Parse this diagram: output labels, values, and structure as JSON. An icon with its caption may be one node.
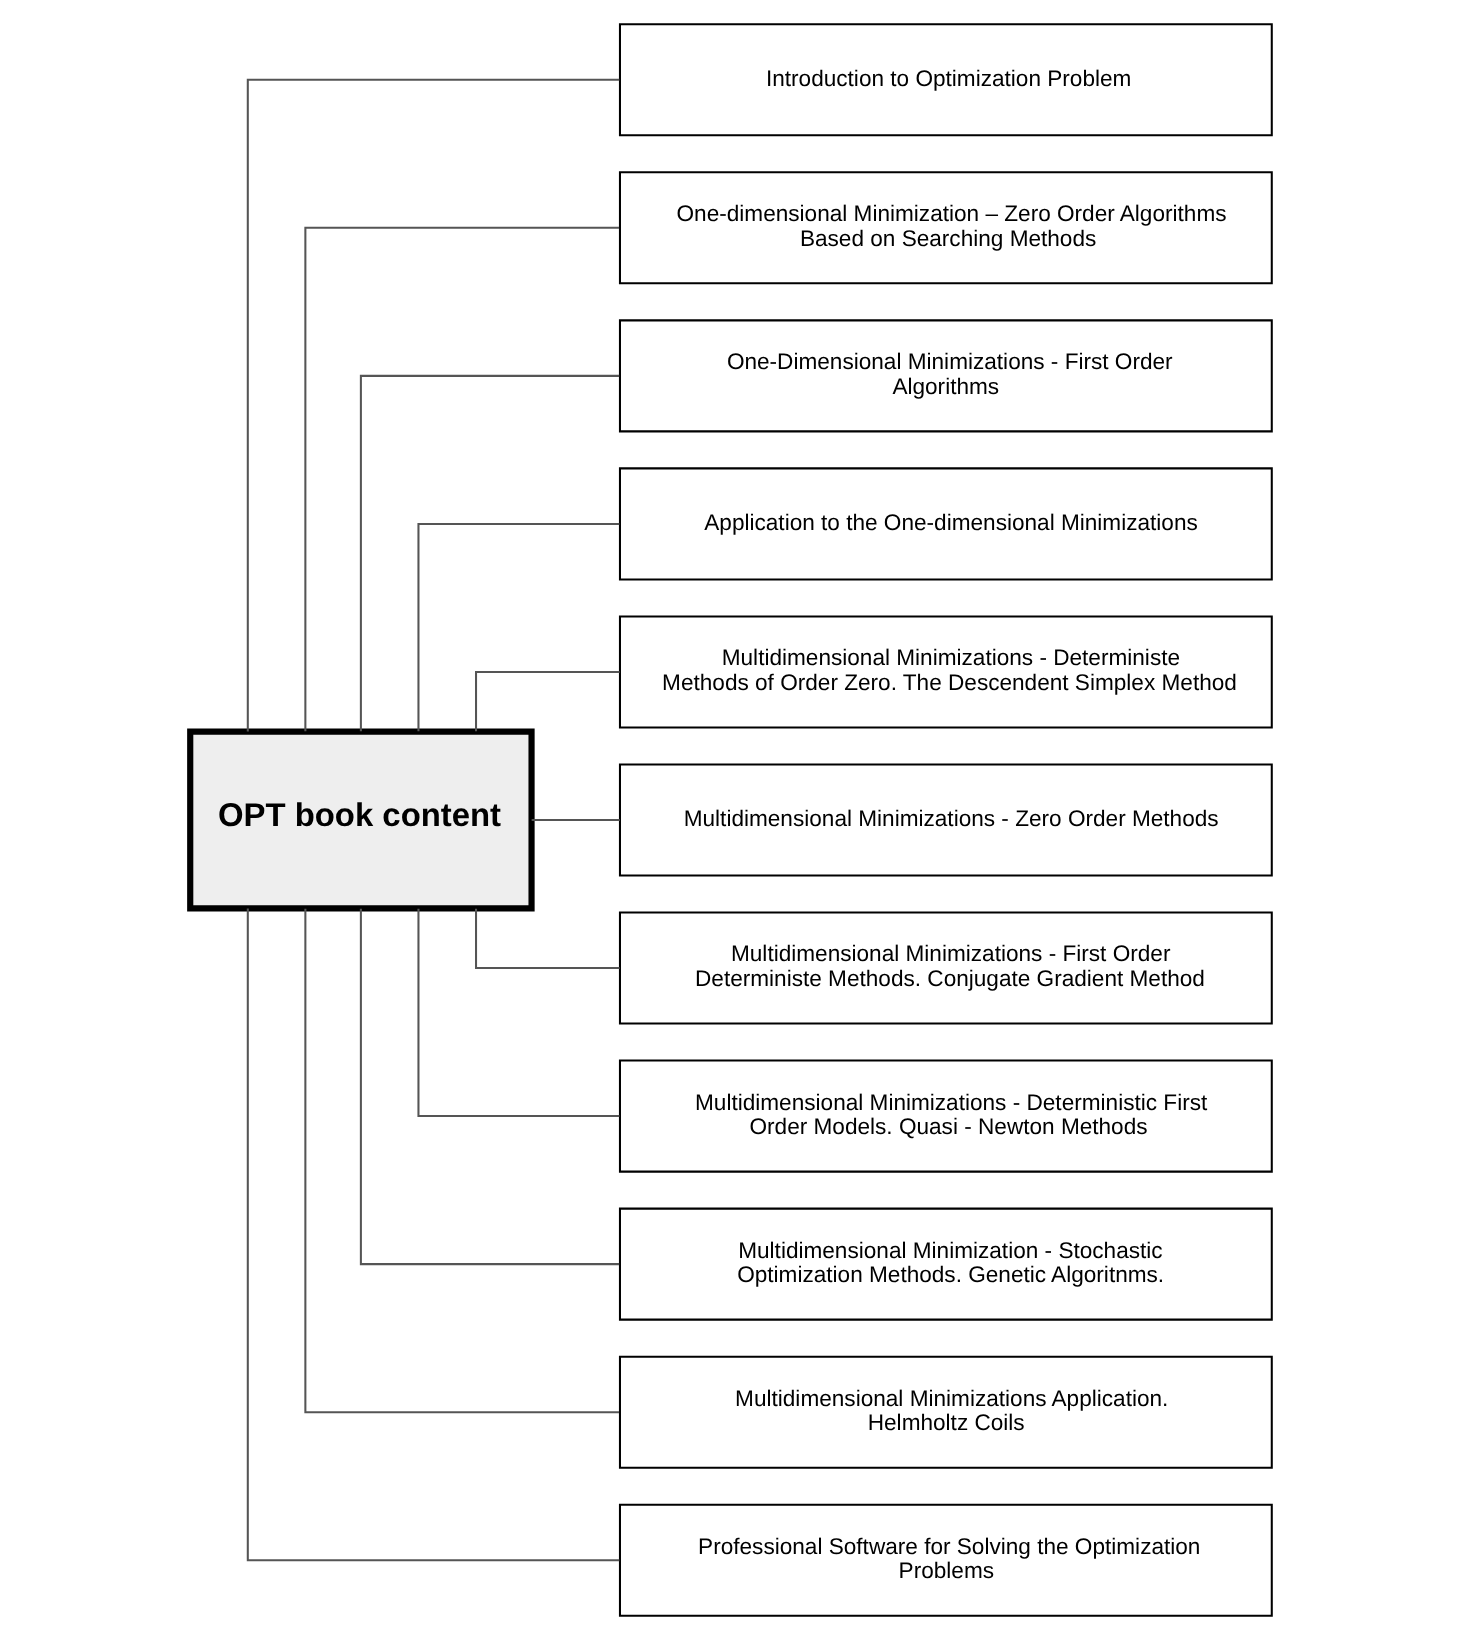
{
  "diagram": {
    "nodes": [
      {
        "text": [
          "OPT book content"
        ]
      },
      {
        "text": [
          "Introduction to Optimization Problem"
        ]
      },
      {
        "text": [
          "One-dimensional Minimization – Zero Order Algorithms Based on Searching Methods"
        ]
      },
      {
        "text": [
          "One-Dimensional Minimizations - First Order Algorithms"
        ]
      },
      {
        "text": [
          "Application to the One-dimensional Minimizations"
        ]
      },
      {
        "text": [
          "Multidimensional Minimizations - Deterministe Methods of Order Zero. The Descendent Simplex Method"
        ]
      },
      {
        "text": [
          "Multidimensional Minimizations - Zero Order Methods"
        ]
      },
      {
        "text": [
          "Multidimensional Minimizations - First Order Deterministe Methods. Conjugate Gradient Method"
        ]
      },
      {
        "text": [
          "Multidimensional Minimizations - Deterministic First Order Models. Quasi - Newton Methods"
        ]
      },
      {
        "text": [
          "Multidimensional Minimization - Stochastic Optimization Methods. Genetic Algoritnms."
        ]
      },
      {
        "text": [
          "Multidimensional Minimizations Application. Helmholtz Coils"
        ]
      },
      {
        "text": [
          "Professional Software for Solving the Optimization Problems"
        ]
      }
    ],
    "edges": [
      {
        "from": 0,
        "to": 1,
        "arrow": "none"
      },
      {
        "from": 0,
        "to": 2,
        "arrow": "none"
      },
      {
        "from": 0,
        "to": 3,
        "arrow": "none"
      },
      {
        "from": 0,
        "to": 4,
        "arrow": "none"
      },
      {
        "from": 0,
        "to": 5,
        "arrow": "none"
      },
      {
        "from": 0,
        "to": 6,
        "arrow": "none"
      },
      {
        "from": 0,
        "to": 7,
        "arrow": "none"
      },
      {
        "from": 0,
        "to": 8,
        "arrow": "none"
      },
      {
        "from": 0,
        "to": 9,
        "arrow": "none"
      },
      {
        "from": 0,
        "to": 10,
        "arrow": "none"
      },
      {
        "from": 0,
        "to": 11,
        "arrow": "none"
      }
    ]
  }
}
